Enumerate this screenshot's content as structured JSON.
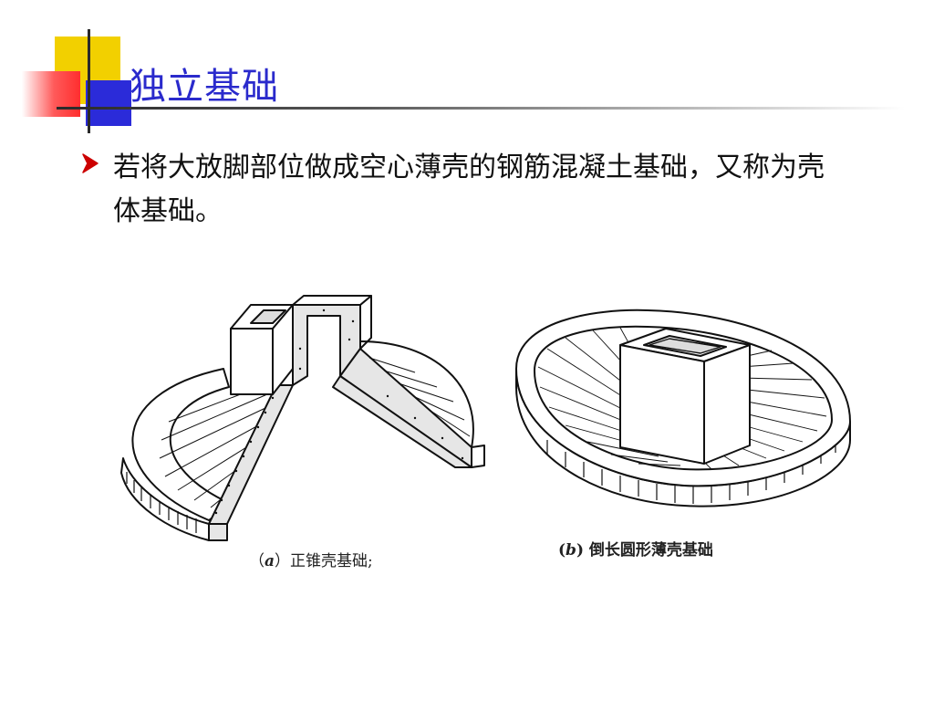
{
  "slide": {
    "title": "独立基础",
    "bullet_text": "若将大放脚部位做成空心薄壳的钢筋混凝土基础，又称为壳体基础。",
    "bullet_icon": "arrow-bullet-icon"
  },
  "figures": {
    "a": {
      "paren_open": "（",
      "label": "a",
      "paren_close": "）",
      "caption": "正锥壳基础;"
    },
    "b": {
      "paren_open": "(",
      "label": "b",
      "paren_close": ")",
      "caption": "倒长圆形薄壳基础"
    }
  },
  "colors": {
    "title": "#2a2acc",
    "bullet": "#cc0000",
    "yellow": "#f2d000",
    "red": "#ff2e2e",
    "blue": "#2b2bd9"
  }
}
